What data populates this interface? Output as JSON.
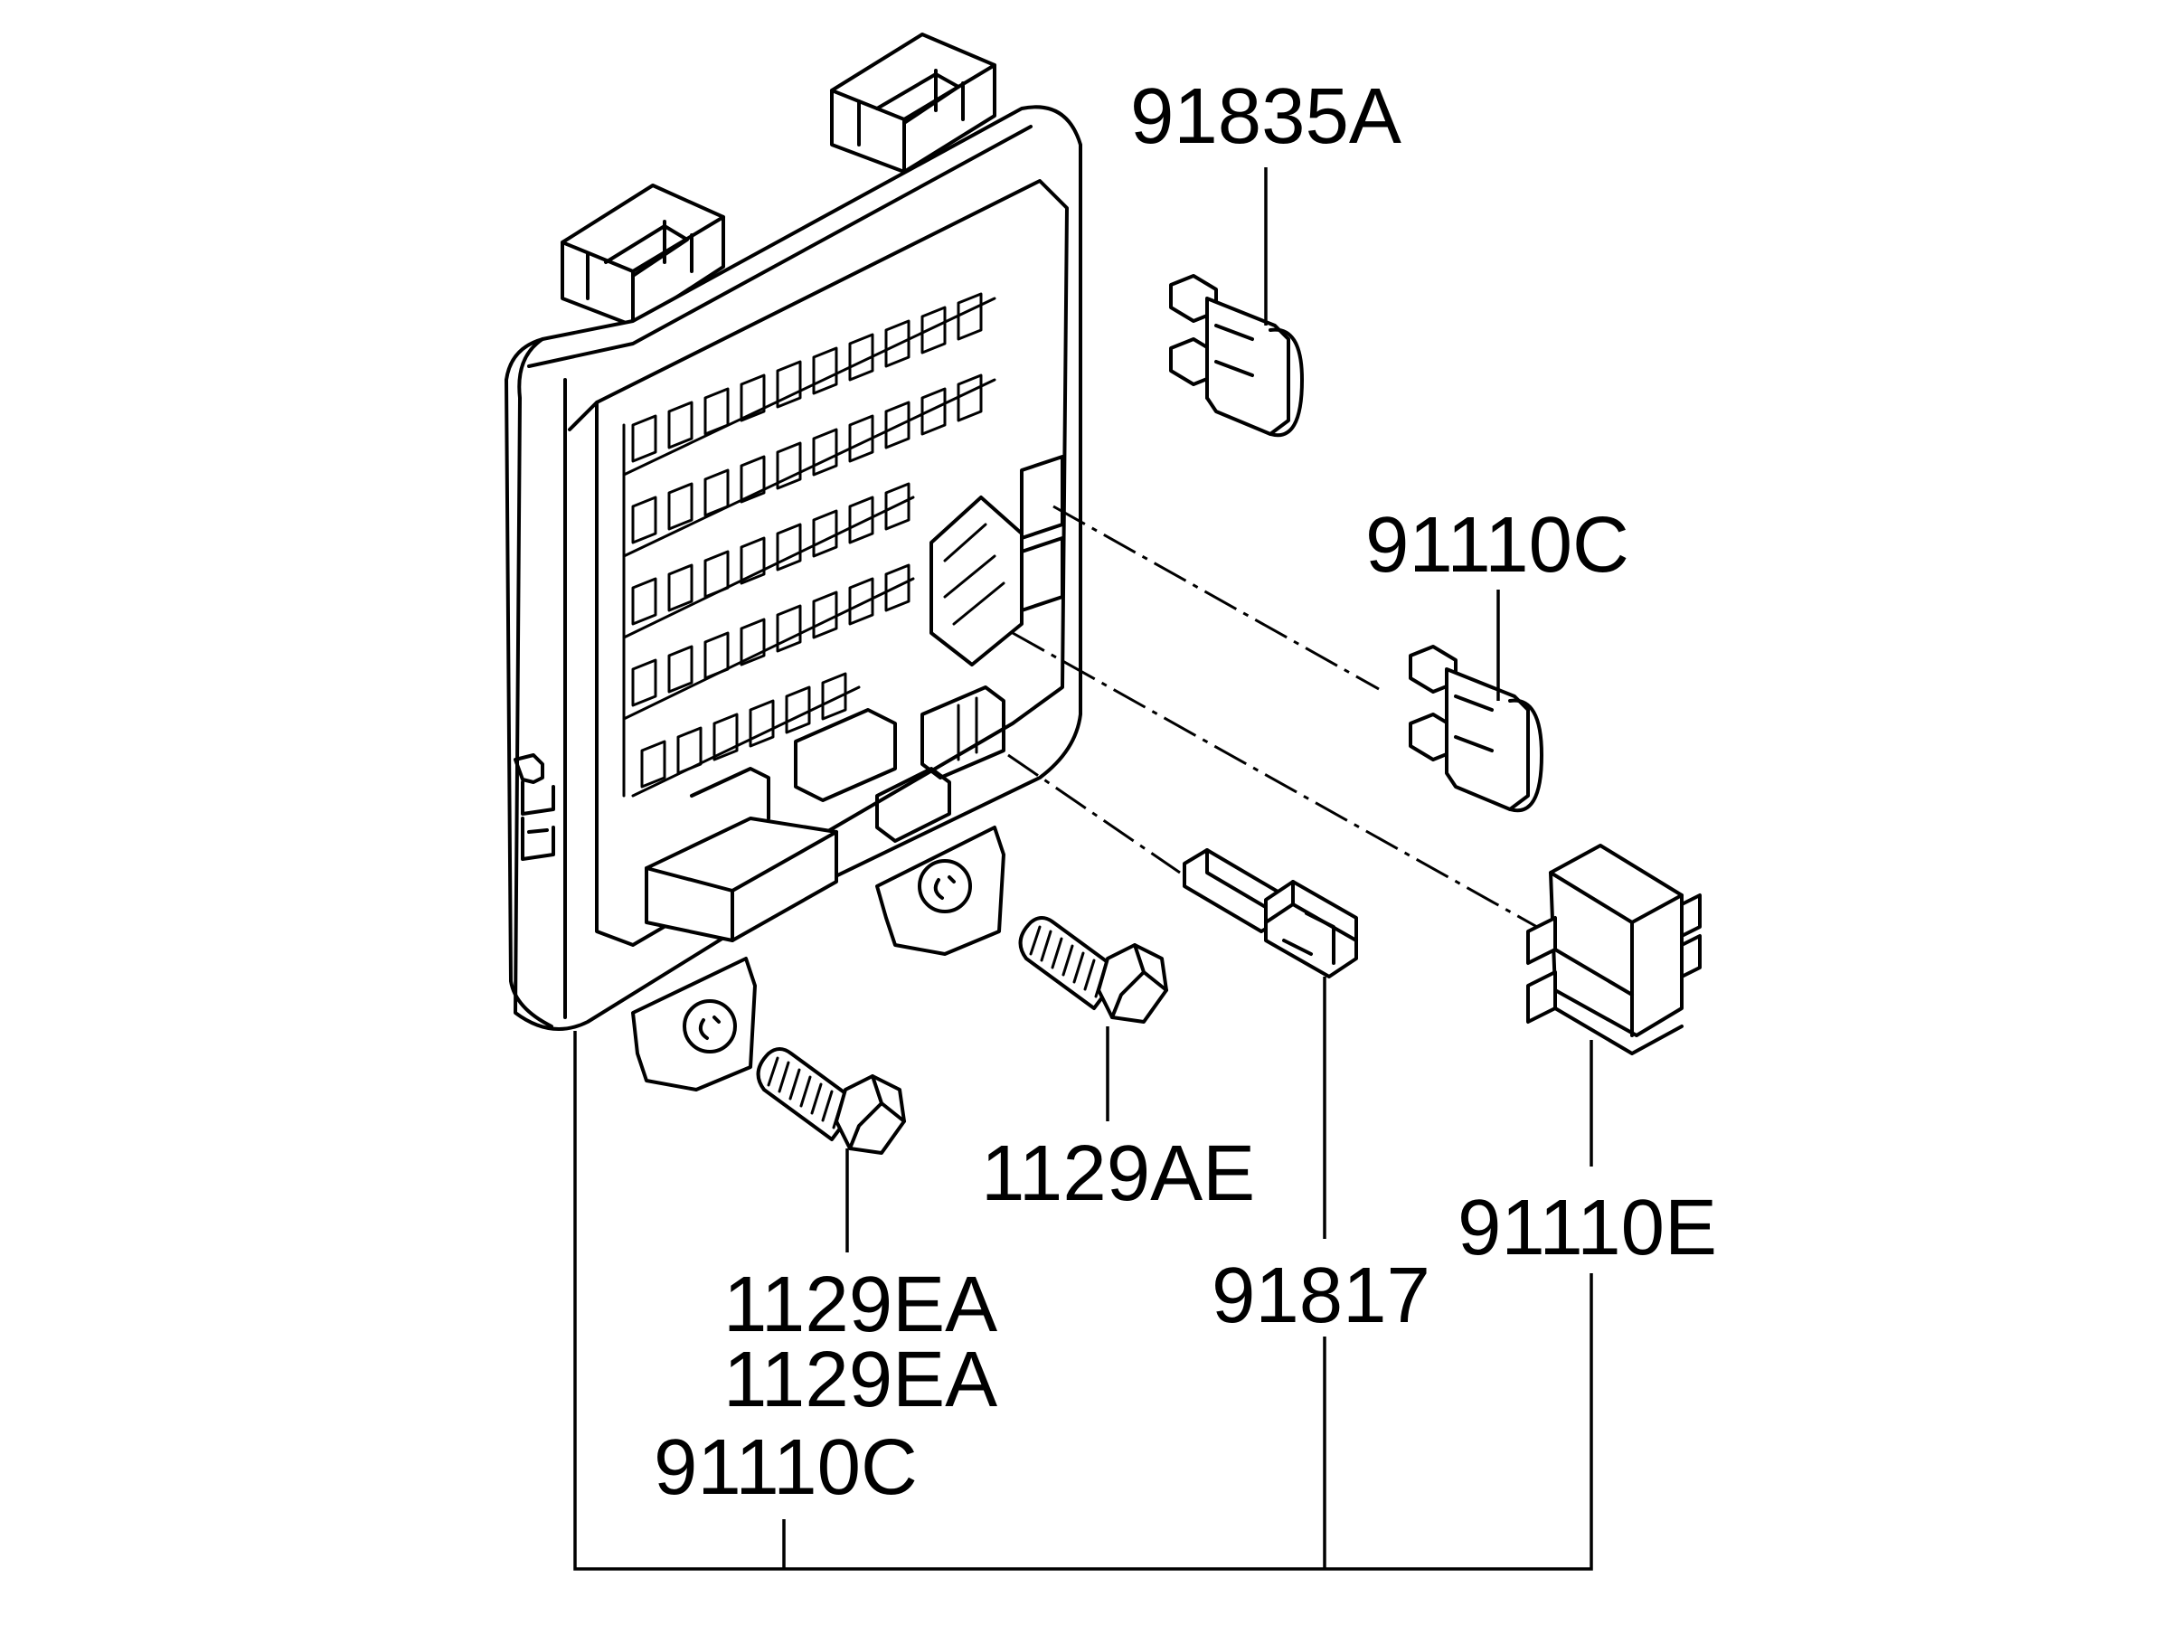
{
  "labels": {
    "fuse_91835A": "91835A",
    "fuse_91110C": "91110C",
    "relay_91110E": "91110E",
    "bolt_1129AE": "1129AE",
    "bolt_1129EA_a": "1129EA",
    "bolt_1129EA_b": "1129EA",
    "connector_91817": "91817",
    "junction_box_91110C": "91110C"
  },
  "colors": {
    "line": "#000000",
    "background": "#ffffff"
  }
}
